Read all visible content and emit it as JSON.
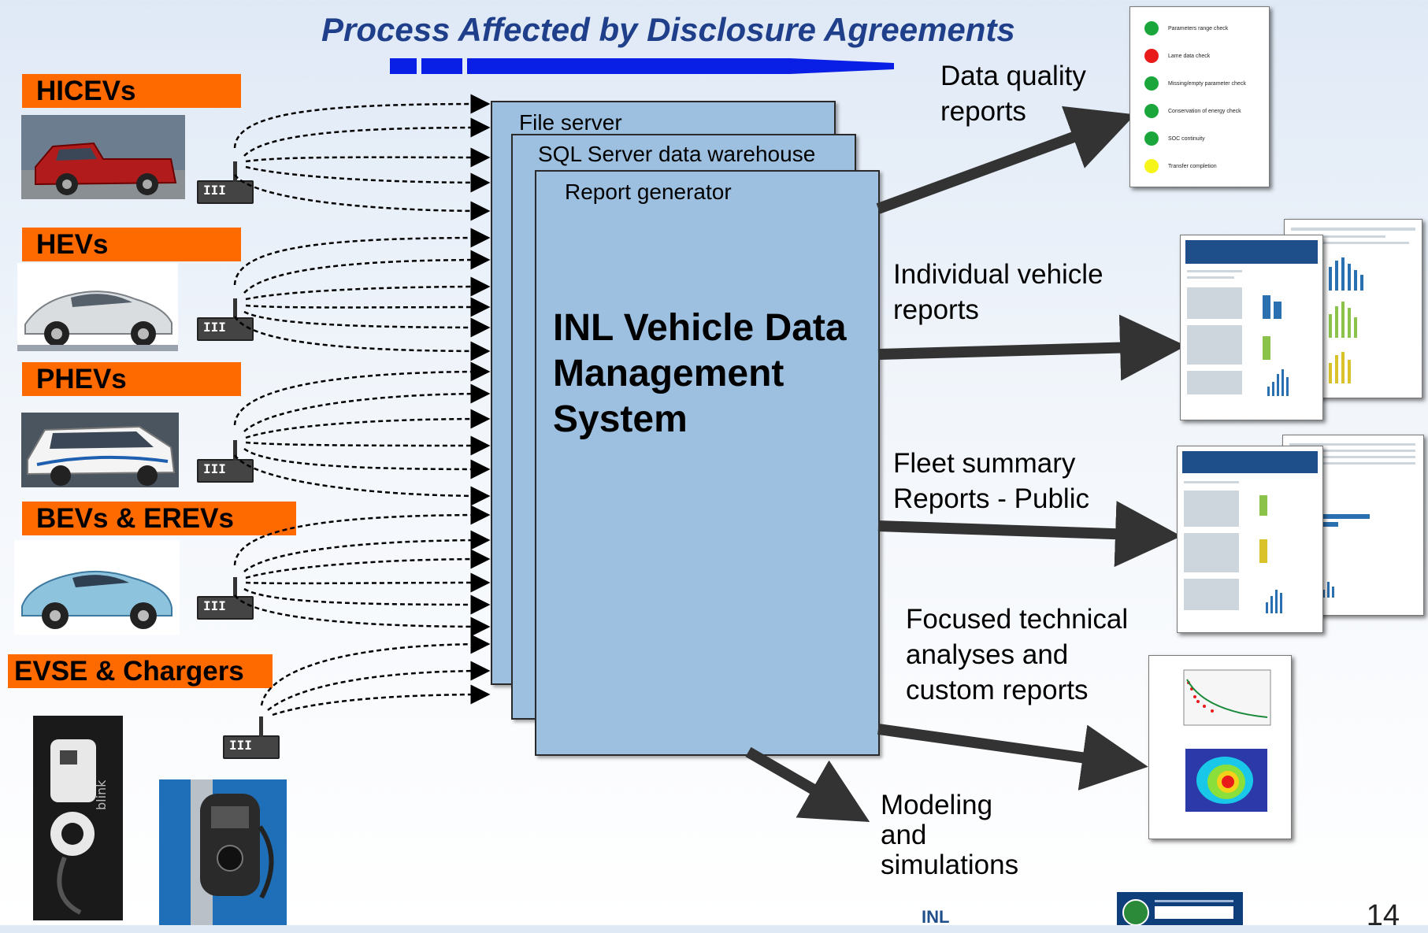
{
  "title": "Process Affected by Disclosure Agreements",
  "categories": [
    {
      "label": "HICEVs"
    },
    {
      "label": "HEVs"
    },
    {
      "label": "PHEVs"
    },
    {
      "label": "BEVs & EREVs"
    },
    {
      "label": "EVSE & Chargers"
    }
  ],
  "layers": {
    "file_server": "File server",
    "sql": "SQL Server data warehouse",
    "report": "Report  generator",
    "system_title": "INL Vehicle Data Management System"
  },
  "outputs": {
    "data_quality": "Data quality\nreports",
    "individual": "Individual vehicle\nreports",
    "fleet": "Fleet summary\nReports - Public",
    "focused": "Focused technical\nanalyses and\ncustom reports",
    "modeling": "Modeling\nand\nsimulations"
  },
  "quality_checks": [
    {
      "label": "Parameters range check",
      "color": "#1aa63a"
    },
    {
      "label": "Lame data check",
      "color": "#e81a1a"
    },
    {
      "label": "Missing/empty parameter check",
      "color": "#1aa63a"
    },
    {
      "label": "Conservation of energy check",
      "color": "#1aa63a"
    },
    {
      "label": "SOC continuity",
      "color": "#1aa63a"
    },
    {
      "label": "Transfer completion",
      "color": "#f5f51a"
    }
  ],
  "page_number": "14"
}
